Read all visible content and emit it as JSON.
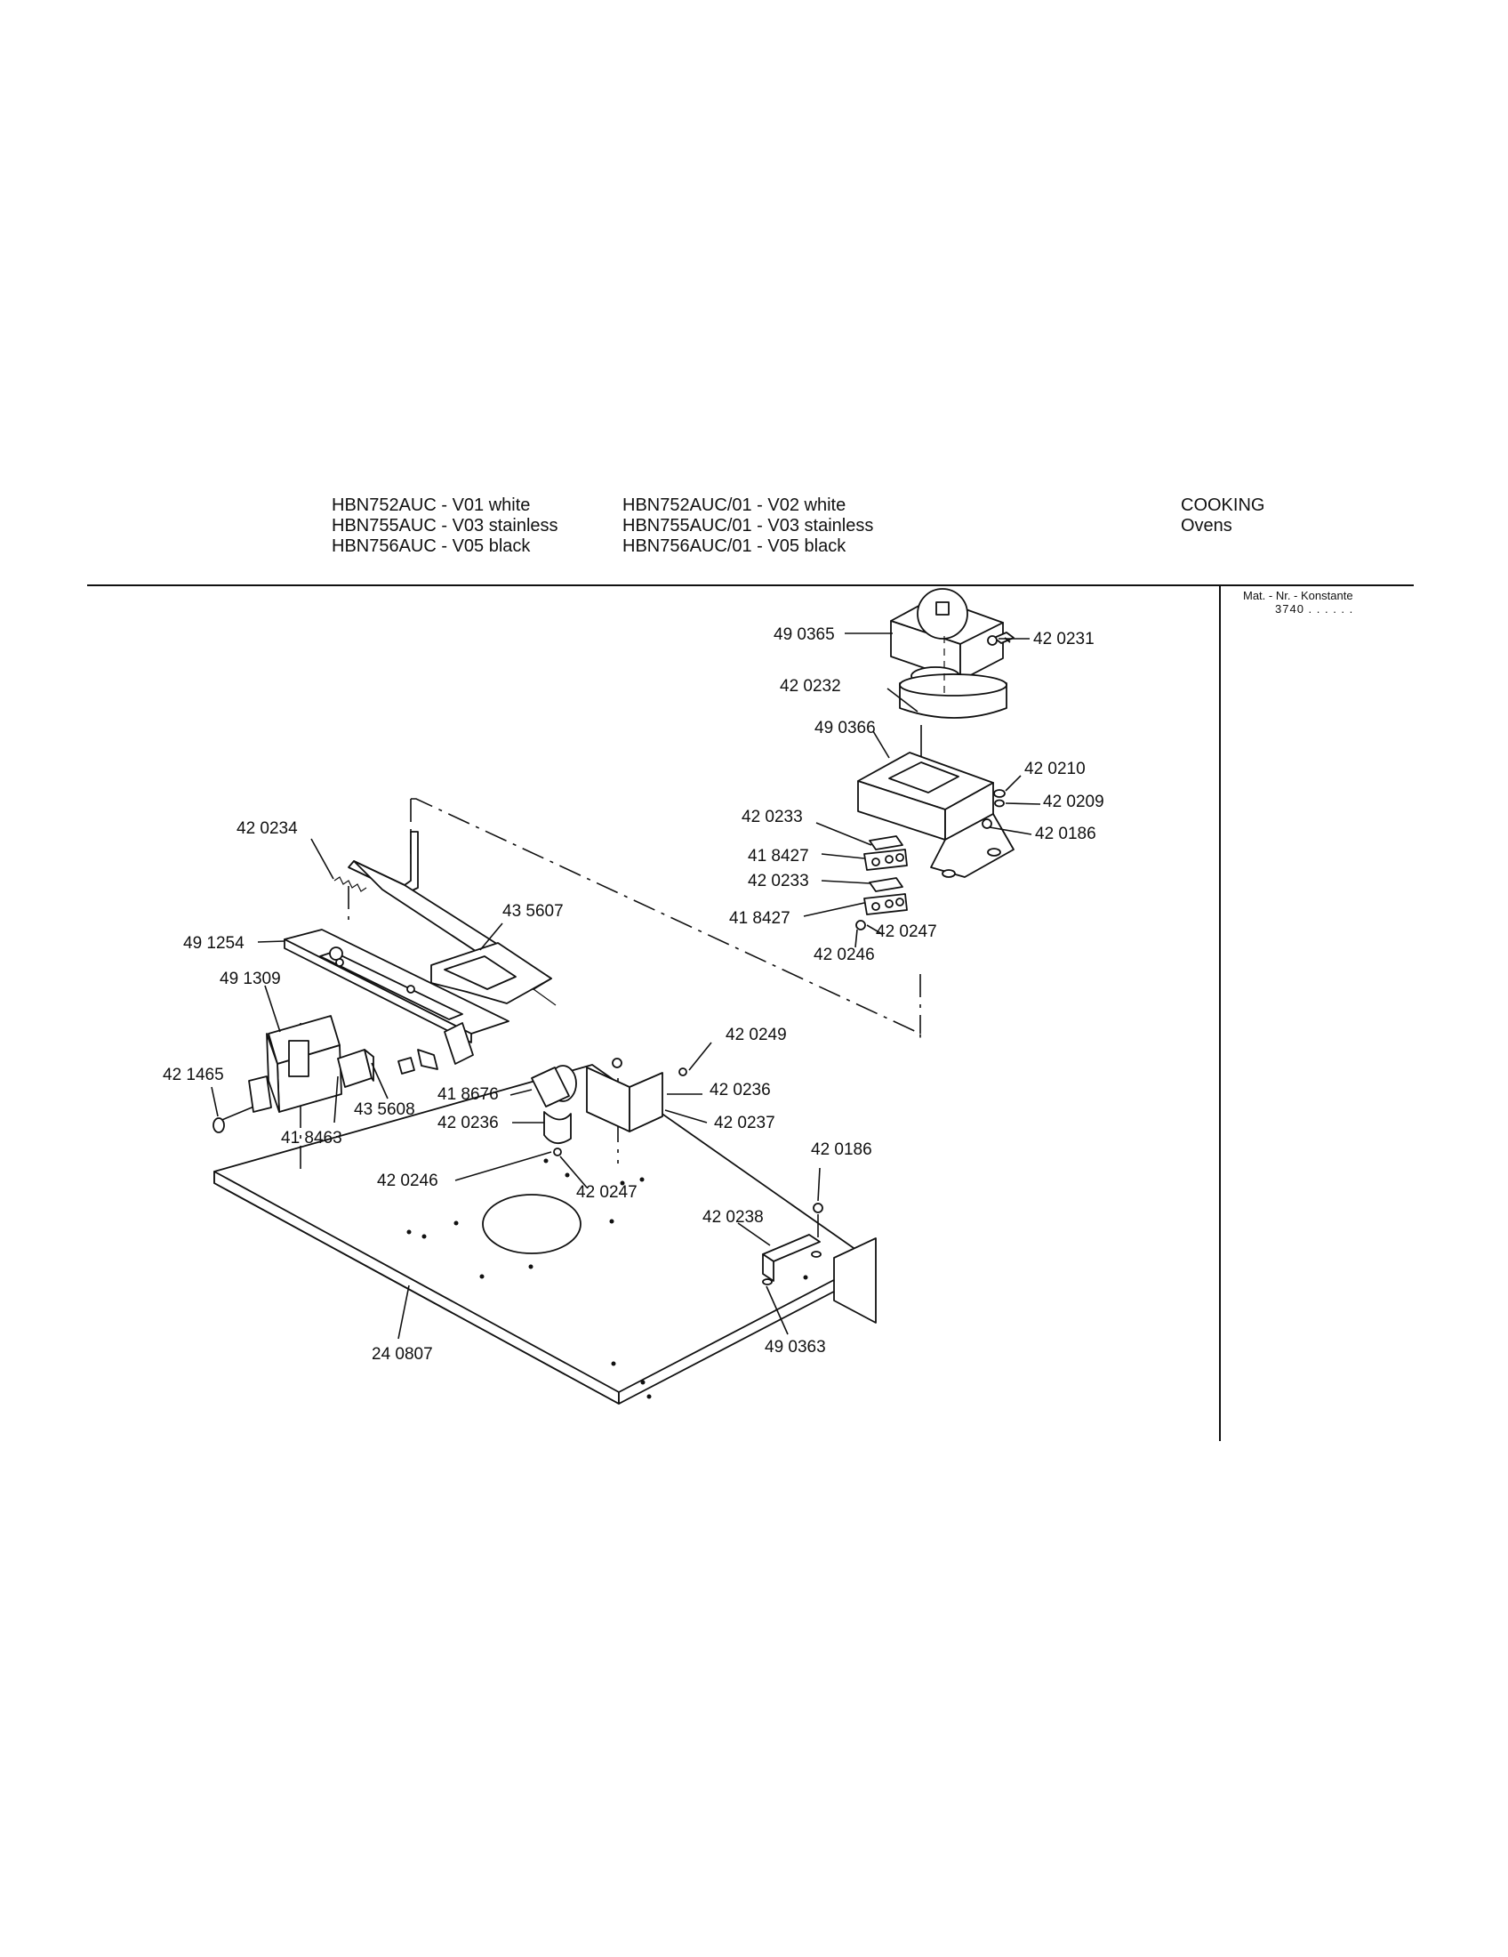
{
  "header": {
    "models_left": [
      "HBN752AUC - V01 white",
      "HBN755AUC - V03 stainless",
      "HBN756AUC - V05 black"
    ],
    "models_right": [
      "HBN752AUC/01 - V02 white",
      "HBN755AUC/01 - V03 stainless",
      "HBN756AUC/01 - V05 black"
    ],
    "category": [
      "COOKING",
      "Ovens"
    ]
  },
  "sidebar": {
    "mat_nr_label": "Mat. - Nr. - Konstante",
    "mat_nr_value": "3740 . .   . . . ."
  },
  "parts": {
    "p490365": "49 0365",
    "p420231": "42 0231",
    "p420232": "42 0232",
    "p490366": "49 0366",
    "p420210": "42 0210",
    "p420209": "42 0209",
    "p420186_top": "42 0186",
    "p420233_a": "42 0233",
    "p418427_a": "41 8427",
    "p420233_b": "42 0233",
    "p418427_b": "41 8427",
    "p420247_top": "42 0247",
    "p420246_top": "42 0246",
    "p420234": "42 0234",
    "p435607": "43 5607",
    "p491254": "49 1254",
    "p491309": "49 1309",
    "p421465": "42 1465",
    "p435608": "43 5608",
    "p418463": "41 8463",
    "p420249": "42 0249",
    "p418676": "41 8676",
    "p420236_a": "42 0236",
    "p420236_b": "42 0236",
    "p420237": "42 0237",
    "p420246_bot": "42 0246",
    "p420247_bot": "42 0247",
    "p420186_bot": "42 0186",
    "p420238": "42 0238",
    "p490363": "49 0363",
    "p240807": "24 0807"
  }
}
